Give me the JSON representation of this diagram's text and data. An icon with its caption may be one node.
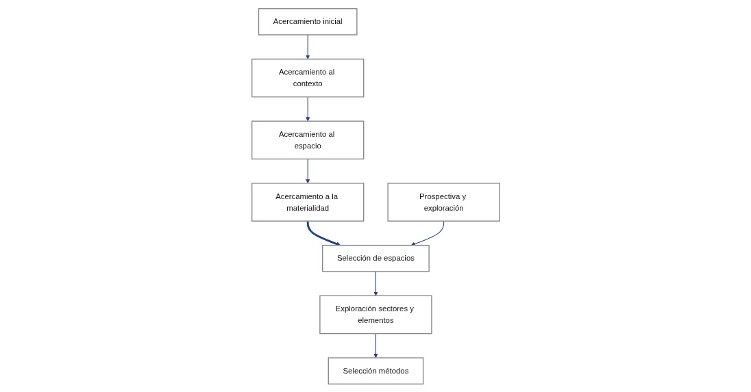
{
  "diagram": {
    "nodes": [
      {
        "text": [
          "Acercamiento inicial"
        ]
      },
      {
        "text": [
          "Acercamiento al contexto"
        ]
      },
      {
        "text": [
          "Acercamiento al espacio"
        ]
      },
      {
        "text": [
          "Acercamiento a la materialidad"
        ]
      },
      {
        "text": [
          "Prospectiva y exploración"
        ]
      },
      {
        "text": [
          "Selección de espacios"
        ]
      },
      {
        "text": [
          "Exploración sectores y elementos"
        ]
      },
      {
        "text": [
          "Selección métodos"
        ]
      }
    ],
    "edges": [
      {
        "from": 0,
        "to": 1,
        "arrow": "to"
      },
      {
        "from": 1,
        "to": 2,
        "arrow": "to"
      },
      {
        "from": 2,
        "to": 3,
        "arrow": "to"
      },
      {
        "from": 3,
        "to": 5,
        "arrow": "to",
        "style": "thick"
      },
      {
        "from": 4,
        "to": 5,
        "arrow": "to"
      },
      {
        "from": 5,
        "to": 6,
        "arrow": "to"
      },
      {
        "from": 6,
        "to": 7,
        "arrow": "to"
      }
    ]
  }
}
